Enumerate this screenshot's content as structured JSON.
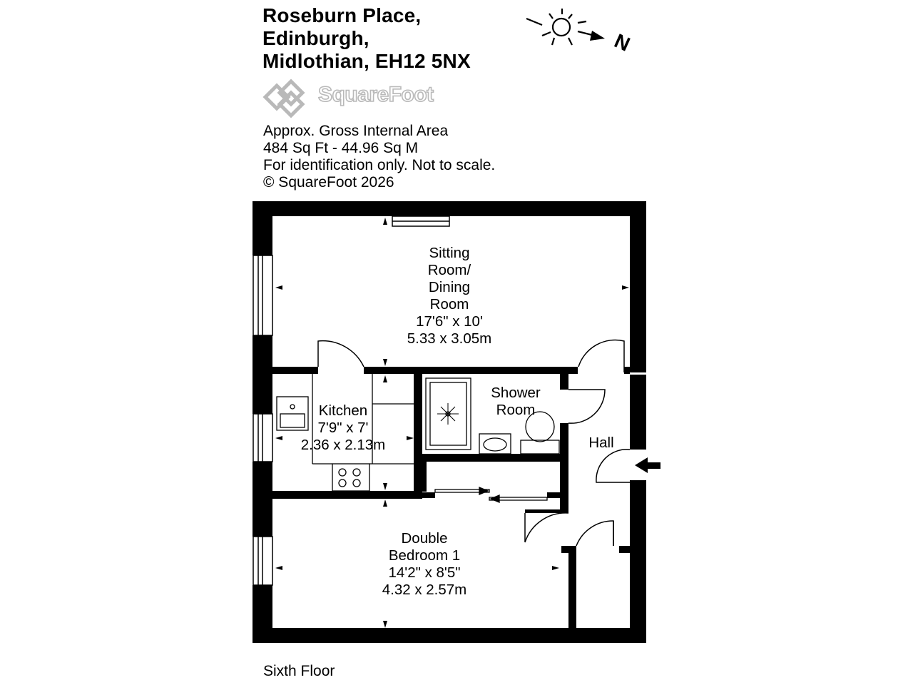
{
  "address": {
    "line1": "Roseburn Place,",
    "line2": "Edinburgh,",
    "line3": "Midlothian, EH12 5NX"
  },
  "logo": {
    "text": "SquareFoot"
  },
  "info": {
    "area_title": "Approx. Gross Internal Area",
    "area_value": "484 Sq Ft  -  44.96 Sq M",
    "disclaimer": "For identification only. Not to scale.",
    "copyright": "© SquareFoot 2026"
  },
  "compass": {
    "north_label": "N"
  },
  "rooms": {
    "sitting": {
      "line1": "Sitting",
      "line2": "Room/",
      "line3": "Dining",
      "line4": "Room",
      "imperial": "17'6\" x 10'",
      "metric": "5.33 x 3.05m"
    },
    "kitchen": {
      "name": "Kitchen",
      "imperial": "7'9\" x 7'",
      "metric": "2.36 x 2.13m"
    },
    "shower": {
      "line1": "Shower",
      "line2": "Room"
    },
    "hall": {
      "name": "Hall"
    },
    "bedroom": {
      "line1": "Double",
      "line2": "Bedroom 1",
      "imperial": "14'2\" x 8'5\"",
      "metric": "4.32 x 2.57m"
    }
  },
  "floor": {
    "label": "Sixth Floor"
  },
  "colors": {
    "wall": "#000000",
    "logo_grey": "#b9b9b9",
    "background": "#ffffff"
  }
}
